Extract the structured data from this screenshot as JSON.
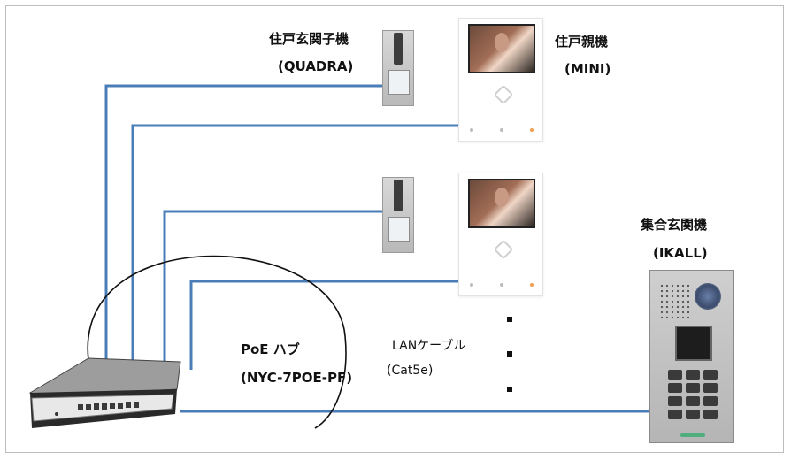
{
  "labels": {
    "quadra_title": "住戸玄関子機",
    "quadra_model": "(QUADRA)",
    "mini_title": "住戸親機",
    "mini_model": "(MINI)",
    "ikall_title": "集合玄関機",
    "ikall_model": "(IKALL)",
    "hub_title": "PoE ハブ",
    "hub_model": "(NYC-7POE-PF)",
    "cable_title": "LANケーブル",
    "cable_model": "(Cat5e)"
  },
  "colors": {
    "cable": "#4a7db8",
    "outline": "#111111"
  }
}
